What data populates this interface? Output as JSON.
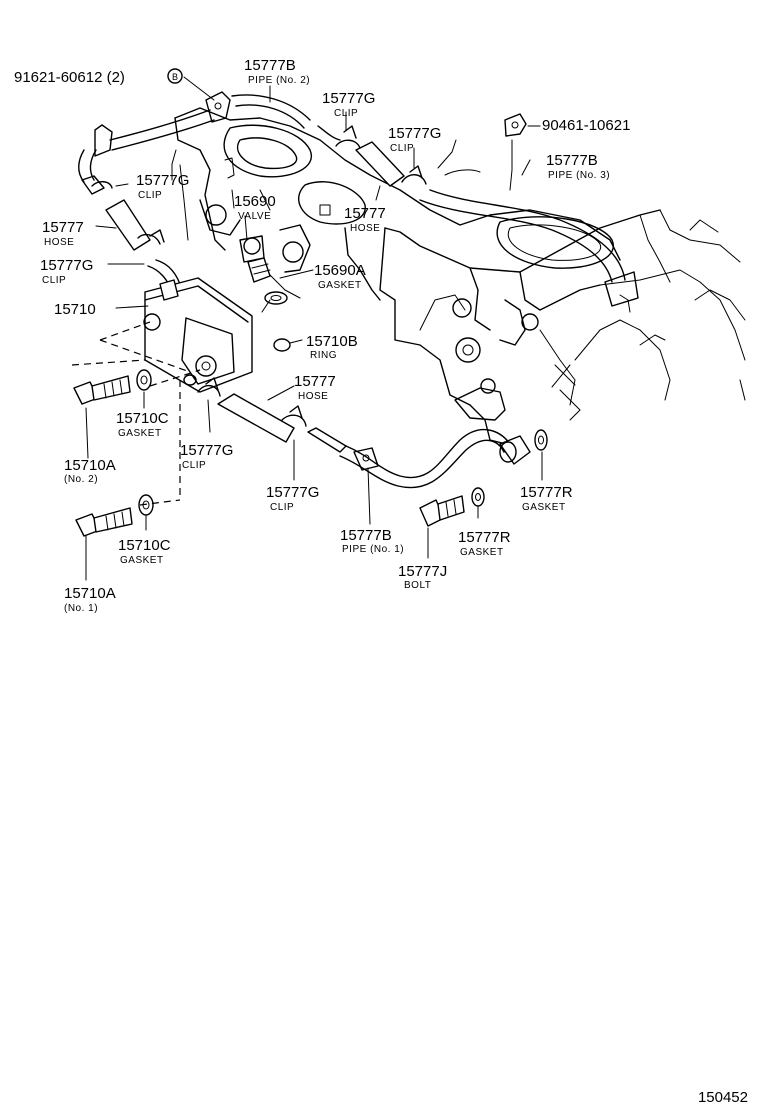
{
  "diagram": {
    "code": "150452",
    "labels": [
      {
        "id": "p91621",
        "part": "91621-60612 (2)",
        "sub": ""
      },
      {
        "id": "p15777b_2",
        "part": "15777B",
        "sub": "PIPE (No. 2)"
      },
      {
        "id": "p15777g_a",
        "part": "15777G",
        "sub": "CLIP"
      },
      {
        "id": "p15777g_b",
        "part": "15777G",
        "sub": "CLIP"
      },
      {
        "id": "p90461",
        "part": "90461-10621",
        "sub": ""
      },
      {
        "id": "p15777b_3",
        "part": "15777B",
        "sub": "PIPE (No. 3)"
      },
      {
        "id": "p15777g_c",
        "part": "15777G",
        "sub": "CLIP"
      },
      {
        "id": "p15690",
        "part": "15690",
        "sub": "VALVE"
      },
      {
        "id": "p15777_a",
        "part": "15777",
        "sub": "HOSE"
      },
      {
        "id": "p15777_b",
        "part": "15777",
        "sub": "HOSE"
      },
      {
        "id": "p15777g_d",
        "part": "15777G",
        "sub": "CLIP"
      },
      {
        "id": "p15690a",
        "part": "15690A",
        "sub": "GASKET"
      },
      {
        "id": "p15710",
        "part": "15710",
        "sub": ""
      },
      {
        "id": "p15710b",
        "part": "15710B",
        "sub": "RING"
      },
      {
        "id": "p15777_c",
        "part": "15777",
        "sub": "HOSE"
      },
      {
        "id": "p15710c_a",
        "part": "15710C",
        "sub": "GASKET"
      },
      {
        "id": "p15777g_e",
        "part": "15777G",
        "sub": "CLIP"
      },
      {
        "id": "p15710a_2",
        "part": "15710A",
        "sub": "(No. 2)"
      },
      {
        "id": "p15777g_f",
        "part": "15777G",
        "sub": "CLIP"
      },
      {
        "id": "p15777r_a",
        "part": "15777R",
        "sub": "GASKET"
      },
      {
        "id": "p15777b_1",
        "part": "15777B",
        "sub": "PIPE (No. 1)"
      },
      {
        "id": "p15710c_b",
        "part": "15710C",
        "sub": "GASKET"
      },
      {
        "id": "p15777r_b",
        "part": "15777R",
        "sub": "GASKET"
      },
      {
        "id": "p15777j",
        "part": "15777J",
        "sub": "BOLT"
      },
      {
        "id": "p15710a_1",
        "part": "15710A",
        "sub": "(No. 1)"
      }
    ]
  }
}
